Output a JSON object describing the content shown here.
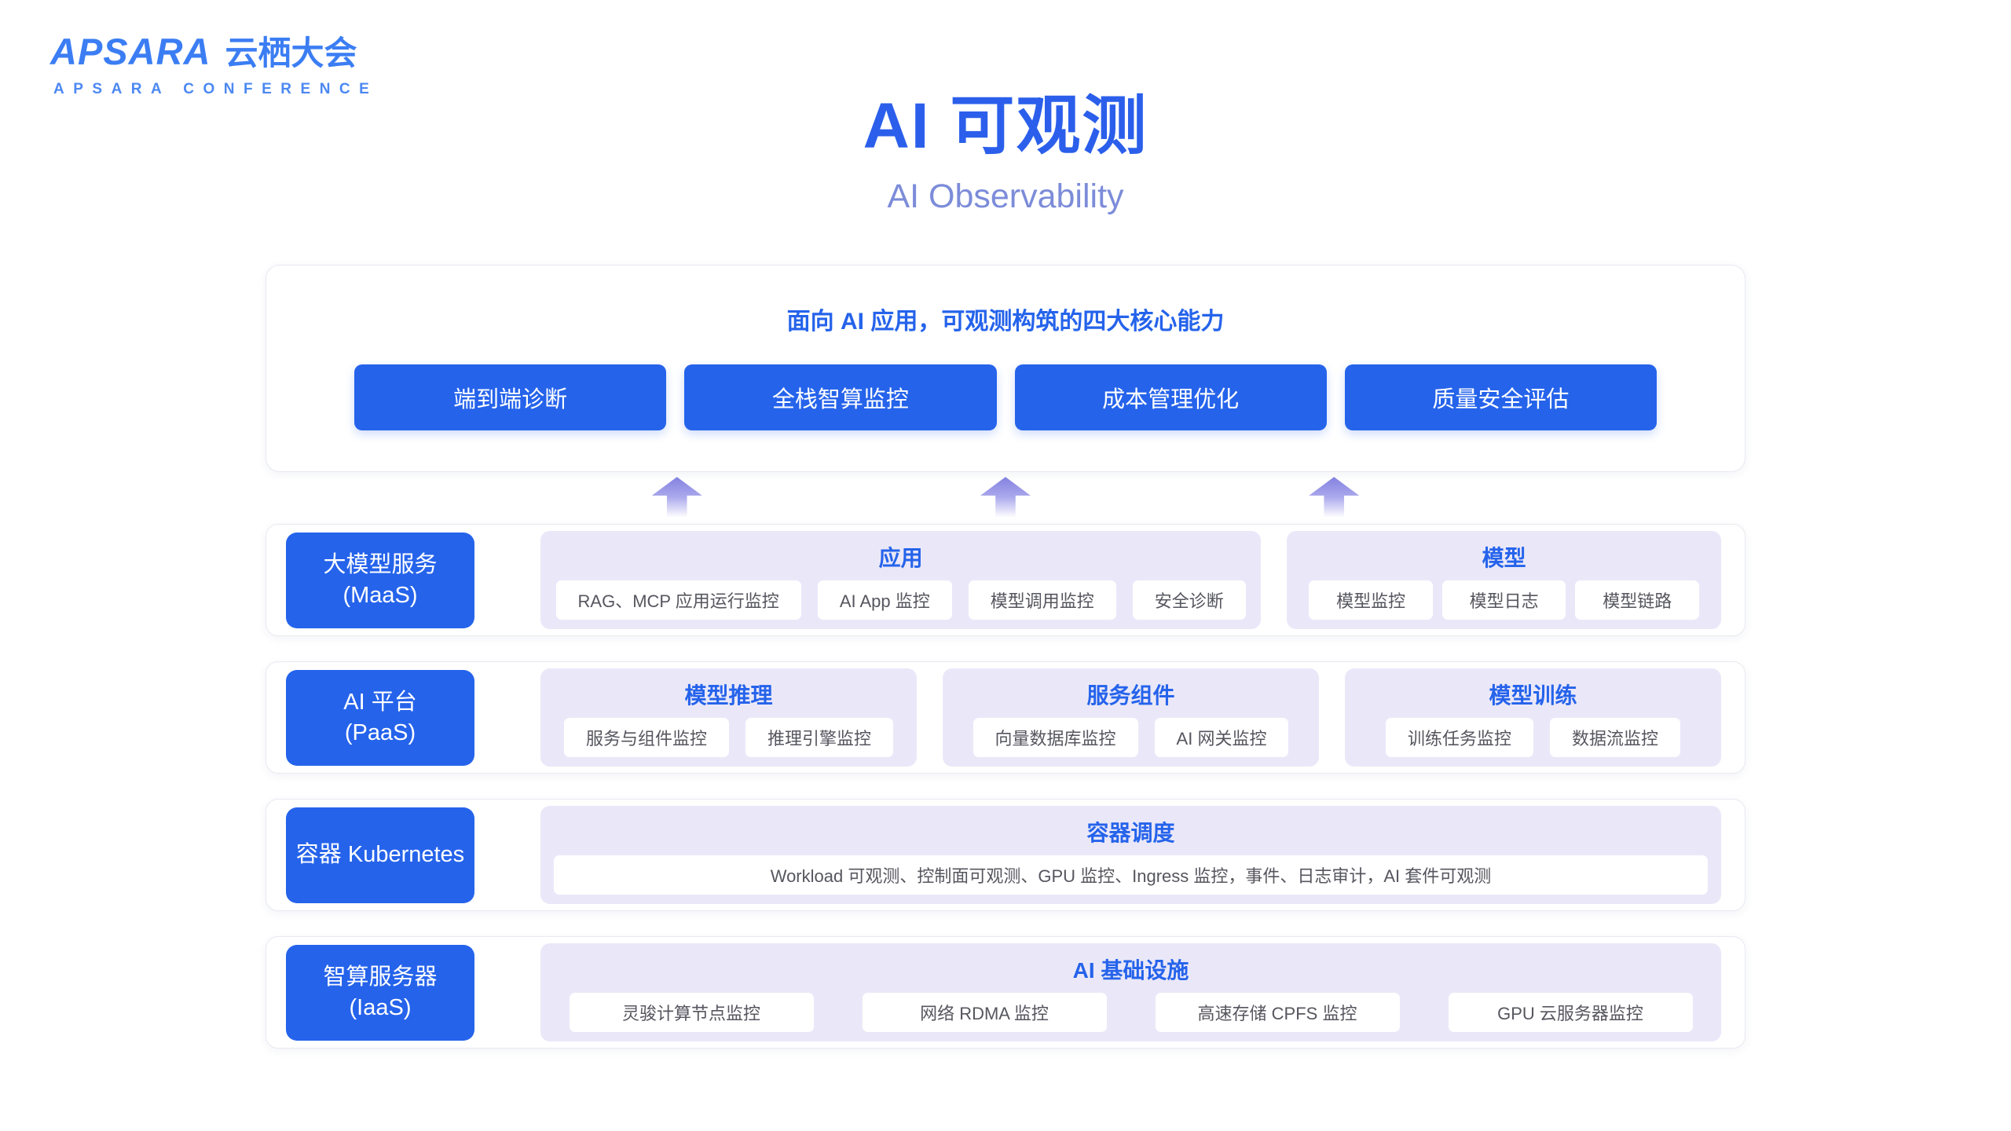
{
  "logo": {
    "brand_en": "APSARA",
    "brand_cn": "云栖大会",
    "tagline": "APSARA CONFERENCE"
  },
  "header": {
    "title": "AI 可观测",
    "subtitle": "AI Observability"
  },
  "capabilities": {
    "heading": "面向 AI 应用，可观测构筑的四大核心能力",
    "buttons": [
      "端到端诊断",
      "全栈智算监控",
      "成本管理优化",
      "质量安全评估"
    ]
  },
  "layers": [
    {
      "id": "maas",
      "label_lines": [
        "大模型服务",
        "(MaaS)"
      ],
      "sections": [
        {
          "title": "应用",
          "chips": [
            "RAG、MCP 应用运行监控",
            "AI App 监控",
            "模型调用监控",
            "安全诊断"
          ]
        },
        {
          "title": "模型",
          "chips": [
            "模型监控",
            "模型日志",
            "模型链路"
          ]
        }
      ]
    },
    {
      "id": "paas",
      "label_lines": [
        "AI 平台",
        "(PaaS)"
      ],
      "sections": [
        {
          "title": "模型推理",
          "chips": [
            "服务与组件监控",
            "推理引擎监控"
          ]
        },
        {
          "title": "服务组件",
          "chips": [
            "向量数据库监控",
            "AI 网关监控"
          ]
        },
        {
          "title": "模型训练",
          "chips": [
            "训练任务监控",
            "数据流监控"
          ]
        }
      ]
    },
    {
      "id": "kubernetes",
      "label_lines": [
        "容器 Kubernetes"
      ],
      "sections": [
        {
          "title": "容器调度",
          "full_width_chips": true,
          "chips": [
            "Workload 可观测、控制面可观测、GPU 监控、Ingress 监控，事件、日志审计，AI 套件可观测"
          ]
        }
      ]
    },
    {
      "id": "iaas",
      "label_lines": [
        "智算服务器",
        "(IaaS)"
      ],
      "sections": [
        {
          "title": "AI 基础设施",
          "chips": [
            "灵骏计算节点监控",
            "网络 RDMA 监控",
            "高速存储 CPFS 监控",
            "GPU 云服务器监控"
          ]
        }
      ]
    }
  ],
  "colors": {
    "accent_blue": "#2563eb",
    "title_blue": "#2b5feb",
    "subtitle_blue": "#7c8cd9",
    "panel_lavender": "#eae8f8",
    "chip_text": "#56565f",
    "arrow_purple": "#8280df",
    "logo_blue": "#3b7df3"
  }
}
